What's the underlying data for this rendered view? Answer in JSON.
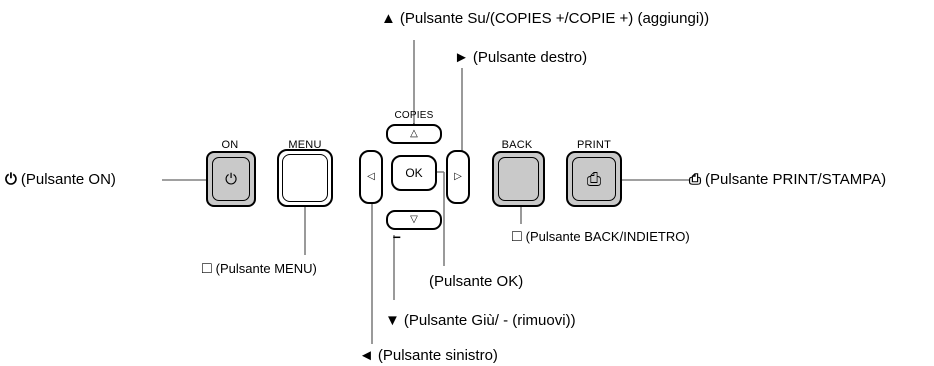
{
  "buttons": {
    "on_label": "ON",
    "menu_label": "MENU",
    "copies_label": "COPIES",
    "copies_plus": "+",
    "up_glyph": "△",
    "left_glyph": "◁",
    "ok_label": "OK",
    "right_glyph": "▷",
    "down_glyph": "▽",
    "down_minus": "−",
    "back_label": "BACK",
    "print_label": "PRINT"
  },
  "callouts": {
    "power_symbol": "⏻",
    "power_text": "(Pulsante ON)",
    "menu_symbol": "□",
    "menu_text": "(Pulsante MENU)",
    "up_symbol": "▲",
    "up_text": "(Pulsante Su/(COPIES +/COPIE +) (aggiungi))",
    "right_symbol": "►",
    "right_text": "(Pulsante destro)",
    "ok_text": "(Pulsante OK)",
    "down_symbol": "▼",
    "down_text": "(Pulsante Giù/ - (rimuovi))",
    "left_symbol": "◄",
    "left_text": "(Pulsante sinistro)",
    "back_symbol": "□",
    "back_text": "(Pulsante BACK/INDIETRO)",
    "print_symbol": "⎙",
    "print_text": "(Pulsante PRINT/STAMPA)"
  },
  "colors": {
    "button_grey": "#c9c9c9",
    "line": "#808080"
  }
}
